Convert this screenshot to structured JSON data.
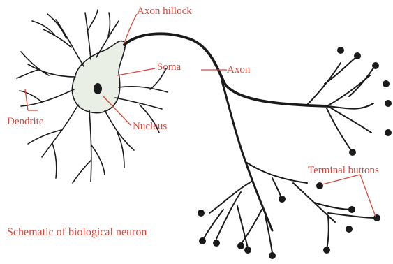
{
  "labels": {
    "axon_hillock": "Axon hillock",
    "soma": "Soma",
    "axon": "Axon",
    "dendrite": "Dendrite",
    "nucleus": "Nucleus",
    "terminal_buttons": "Terminal buttons"
  },
  "caption": "Schematic of biological neuron",
  "colors": {
    "label": "#d8473b",
    "ink": "#1a1a1a",
    "soma_fill": "#e9efe5"
  }
}
